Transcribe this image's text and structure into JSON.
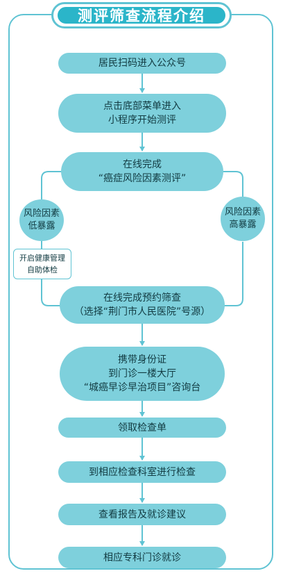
{
  "title": "测评筛查流程介绍",
  "colors": {
    "border": "#5fc3d3",
    "title_bg": "#2bb5c9",
    "node_fill": "#7ed0dc",
    "arrow": "#5fc3d3"
  },
  "steps": [
    {
      "lines": [
        "居民扫码进入公众号"
      ]
    },
    {
      "lines": [
        "点击底部菜单进入",
        "小程序开始测评"
      ]
    },
    {
      "lines": [
        "在线完成",
        "“癌症风险因素测评”"
      ]
    },
    {
      "lines": [
        "在线完成预约筛查",
        "（选择“荆门市人民医院”号源）"
      ]
    },
    {
      "lines": [
        "携带身份证",
        "到门诊一楼大厅",
        "“城癌早诊早治项目”咨询台"
      ]
    },
    {
      "lines": [
        "领取检查单"
      ]
    },
    {
      "lines": [
        "到相应检查科室进行检查"
      ]
    },
    {
      "lines": [
        "查看报告及就诊建议"
      ]
    },
    {
      "lines": [
        "相应专科门诊就诊"
      ]
    }
  ],
  "branches": {
    "low_risk": [
      "风险因素",
      "低暴露"
    ],
    "high_risk": [
      "风险因素",
      "高暴露"
    ],
    "health_mgmt": [
      "开启健康管理",
      "自助体检"
    ]
  }
}
